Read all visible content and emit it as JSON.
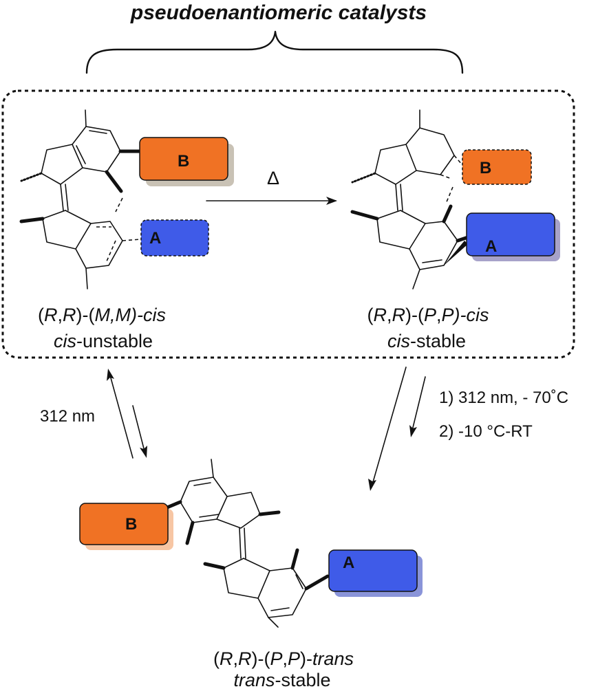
{
  "title": "pseudoenantiomeric catalysts",
  "heat_symbol": "Δ",
  "left_arrow_label": "312 nm",
  "right_conditions": [
    "1) 312 nm, - 70˚C",
    "2)  -10 °C-RT"
  ],
  "colors": {
    "B_box": "#f07224",
    "A_box": "#3f5be8",
    "outline": "#111111"
  },
  "substituents": {
    "B": "B",
    "A": "A"
  },
  "compounds": [
    {
      "id": "mm-cis",
      "descriptor": [
        "(",
        "R",
        ",",
        "R",
        ")-(",
        "M,M",
        ")-",
        "cis"
      ],
      "stability": [
        "cis",
        "-unstable"
      ]
    },
    {
      "id": "pp-cis",
      "descriptor": [
        "(",
        "R",
        ",",
        "R",
        ")-(",
        "P",
        ",",
        "P",
        ")-",
        "cis"
      ],
      "stability": [
        "cis",
        "-stable"
      ]
    },
    {
      "id": "pp-trans",
      "descriptor": [
        "(",
        "R",
        ",",
        "R",
        ")-(",
        "P",
        ",",
        "P",
        ")-",
        "trans"
      ],
      "stability": [
        "trans",
        "-stable"
      ]
    }
  ]
}
